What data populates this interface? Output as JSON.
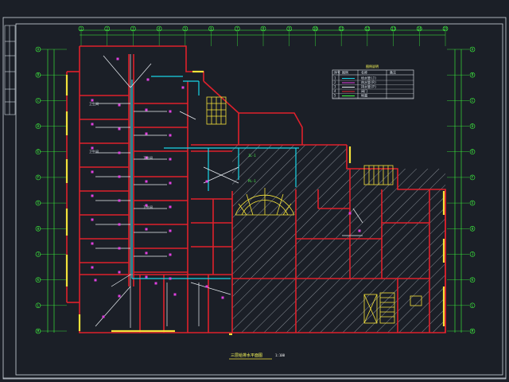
{
  "drawing": {
    "title": "三层给排水平面图",
    "scale": "1:100",
    "colors": {
      "background": "#1b1f27",
      "wall": "#e0202c",
      "pipe_cold": "#18d4e6",
      "pipe_white": "#e9edf2",
      "fixture": "#e040e0",
      "axis": "#3cff3c",
      "highlight": "#f4e23a"
    }
  },
  "legend": {
    "header": "图例说明",
    "columns": [
      "序号",
      "图例",
      "名称",
      "备注"
    ],
    "rows": [
      {
        "no": "1",
        "name": "给水管(J)",
        "note": ""
      },
      {
        "no": "2",
        "name": "热水管(R)",
        "note": ""
      },
      {
        "no": "3",
        "name": "排水管(P)",
        "note": ""
      },
      {
        "no": "4",
        "name": "阀门",
        "note": ""
      },
      {
        "no": "5",
        "name": "地漏",
        "note": ""
      }
    ]
  },
  "axes": {
    "top": [
      "1",
      "2",
      "3",
      "4",
      "5",
      "6",
      "7",
      "8",
      "9",
      "10",
      "11",
      "12",
      "13",
      "14",
      "15"
    ],
    "left": [
      "A",
      "B",
      "C",
      "D",
      "E",
      "F",
      "G",
      "H",
      "J",
      "K",
      "L",
      "M"
    ]
  },
  "labels": {
    "room1": "卫生间",
    "room2": "卫生间",
    "room3": "卫生间",
    "room4": "卫生间",
    "pipe1": "JL-1",
    "pipe2": "PL-1"
  }
}
